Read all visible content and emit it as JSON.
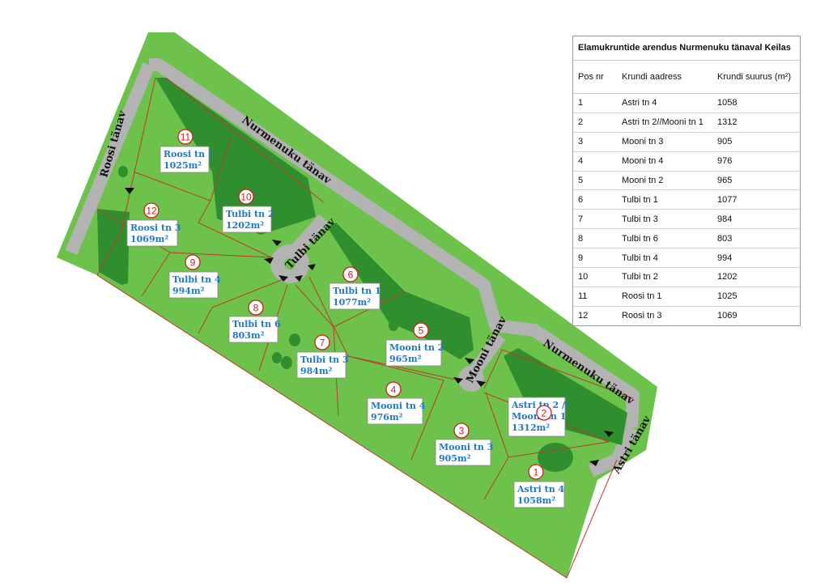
{
  "legend": {
    "title": "Elamukruntide arendus Nurmenuku tänaval Keilas",
    "headers": {
      "pos": "Pos nr",
      "address": "Krundi aadress",
      "size": "Krundi suurus (m²)"
    },
    "rows": [
      {
        "pos": "1",
        "address": "Astri tn 4",
        "size": "1058"
      },
      {
        "pos": "2",
        "address": "Astri tn 2//Mooni tn 1",
        "size": "1312"
      },
      {
        "pos": "3",
        "address": "Mooni tn 3",
        "size": "905"
      },
      {
        "pos": "4",
        "address": "Mooni tn 4",
        "size": "976"
      },
      {
        "pos": "5",
        "address": "Mooni tn 2",
        "size": "965"
      },
      {
        "pos": "6",
        "address": "Tulbi tn 1",
        "size": "1077"
      },
      {
        "pos": "7",
        "address": "Tulbi tn 3",
        "size": "984"
      },
      {
        "pos": "8",
        "address": "Tulbi tn 6",
        "size": "803"
      },
      {
        "pos": "9",
        "address": "Tulbi tn 4",
        "size": "994"
      },
      {
        "pos": "10",
        "address": "Tulbi tn 2",
        "size": "1202"
      },
      {
        "pos": "11",
        "address": "Roosi tn 1",
        "size": "1025"
      },
      {
        "pos": "12",
        "address": "Roosi tn 3",
        "size": "1069"
      }
    ]
  },
  "streets": {
    "roosi": "Roosi tänav",
    "nurmenuku_1": "Nurmenuku tänav",
    "nurmenuku_2": "Nurmenuku tänav",
    "tulbi": "Tulbi tänav",
    "mooni": "Mooni tänav",
    "astri": "Astri tänav"
  },
  "plots": [
    {
      "num": "1",
      "address": "Astri tn 4",
      "area": "1058m²"
    },
    {
      "num": "2",
      "address": "Astri tn 2 //",
      "address2": "Mooni tn 1",
      "area": "1312m²"
    },
    {
      "num": "3",
      "address": "Mooni tn 3",
      "area": "905m²"
    },
    {
      "num": "4",
      "address": "Mooni tn 4",
      "area": "976m²"
    },
    {
      "num": "5",
      "address": "Mooni tn 2",
      "area": "965m²"
    },
    {
      "num": "6",
      "address": "Tulbi tn 1",
      "area": "1077m²"
    },
    {
      "num": "7",
      "address": "Tulbi tn 3",
      "area": "984m²"
    },
    {
      "num": "8",
      "address": "Tulbi tn 6",
      "area": "803m²"
    },
    {
      "num": "9",
      "address": "Tulbi tn 4",
      "area": "994m²"
    },
    {
      "num": "10",
      "address": "Tulbi tn 2",
      "area": "1202m²"
    },
    {
      "num": "11",
      "address": "Roosi tn 1",
      "area": "1025m²"
    },
    {
      "num": "12",
      "address": "Roosi tn 3",
      "area": "1069m²"
    }
  ],
  "colors": {
    "light_green": "#6cc24a",
    "dark_green": "#2f8f2f",
    "road": "#b3b3b3",
    "boundary": "#c0392b",
    "label_text": "#1f78c8",
    "badge": "#d0201c"
  }
}
